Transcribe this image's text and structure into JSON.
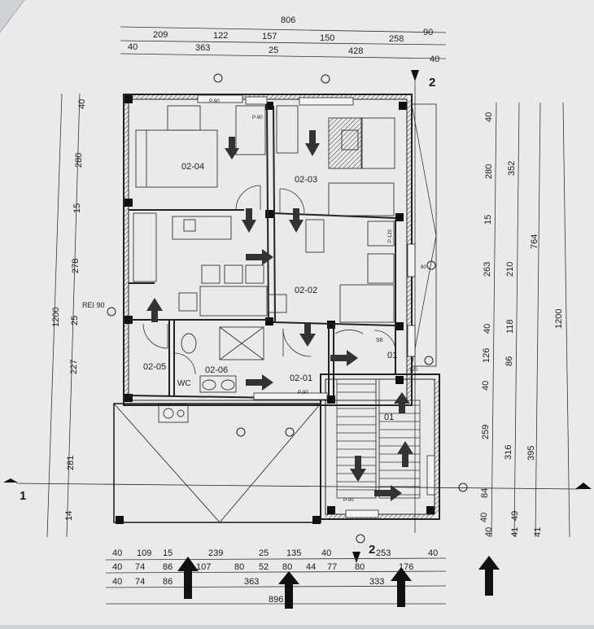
{
  "rooms": {
    "r0204": "02-04",
    "r0203": "02-03",
    "r0202": "02-02",
    "r0205": "02-05",
    "r0206": "02-06",
    "r0201": "02-01",
    "stair": "01",
    "stair_small": "01",
    "wc": "WC"
  },
  "sections": {
    "cut1_left": "1",
    "cut2_top": "2",
    "cut2_bottom": "2"
  },
  "labels": {
    "rei": "REI 90",
    "s6": "S6",
    "p90": "P-90",
    "p90b": "P-90",
    "p90c": "P-90",
    "p90d": "P-90",
    "dim120": "120",
    "dim80": "80",
    "p120": "P-120"
  },
  "dims": {
    "top_total": "806",
    "top_row1": [
      "209",
      "122",
      "157",
      "150",
      "258",
      "90"
    ],
    "top_row2": [
      "40",
      "363",
      "25",
      "428",
      "40"
    ],
    "left_chain": [
      "40",
      "280",
      "15",
      "278",
      "25",
      "227",
      "281",
      "14"
    ],
    "left_total": "1200",
    "right_chain1": [
      "40",
      "280",
      "15",
      "263",
      "40",
      "126",
      "40",
      "259",
      "84",
      "40",
      "40"
    ],
    "right_chain2": [
      "352",
      "210",
      "118",
      "86",
      "316",
      "41",
      "49"
    ],
    "right_chain3": [
      "764",
      "395",
      "41"
    ],
    "right_total": "1200",
    "bottom_row1": [
      "40",
      "109",
      "15",
      "239",
      "25",
      "135",
      "40",
      "253",
      "40"
    ],
    "bottom_row2": [
      "40",
      "74",
      "86",
      "107",
      "80",
      "52",
      "80",
      "44",
      "77",
      "80",
      "176"
    ],
    "bottom_row3": [
      "40",
      "74",
      "86",
      "363",
      "333"
    ],
    "bottom_total": "896"
  }
}
